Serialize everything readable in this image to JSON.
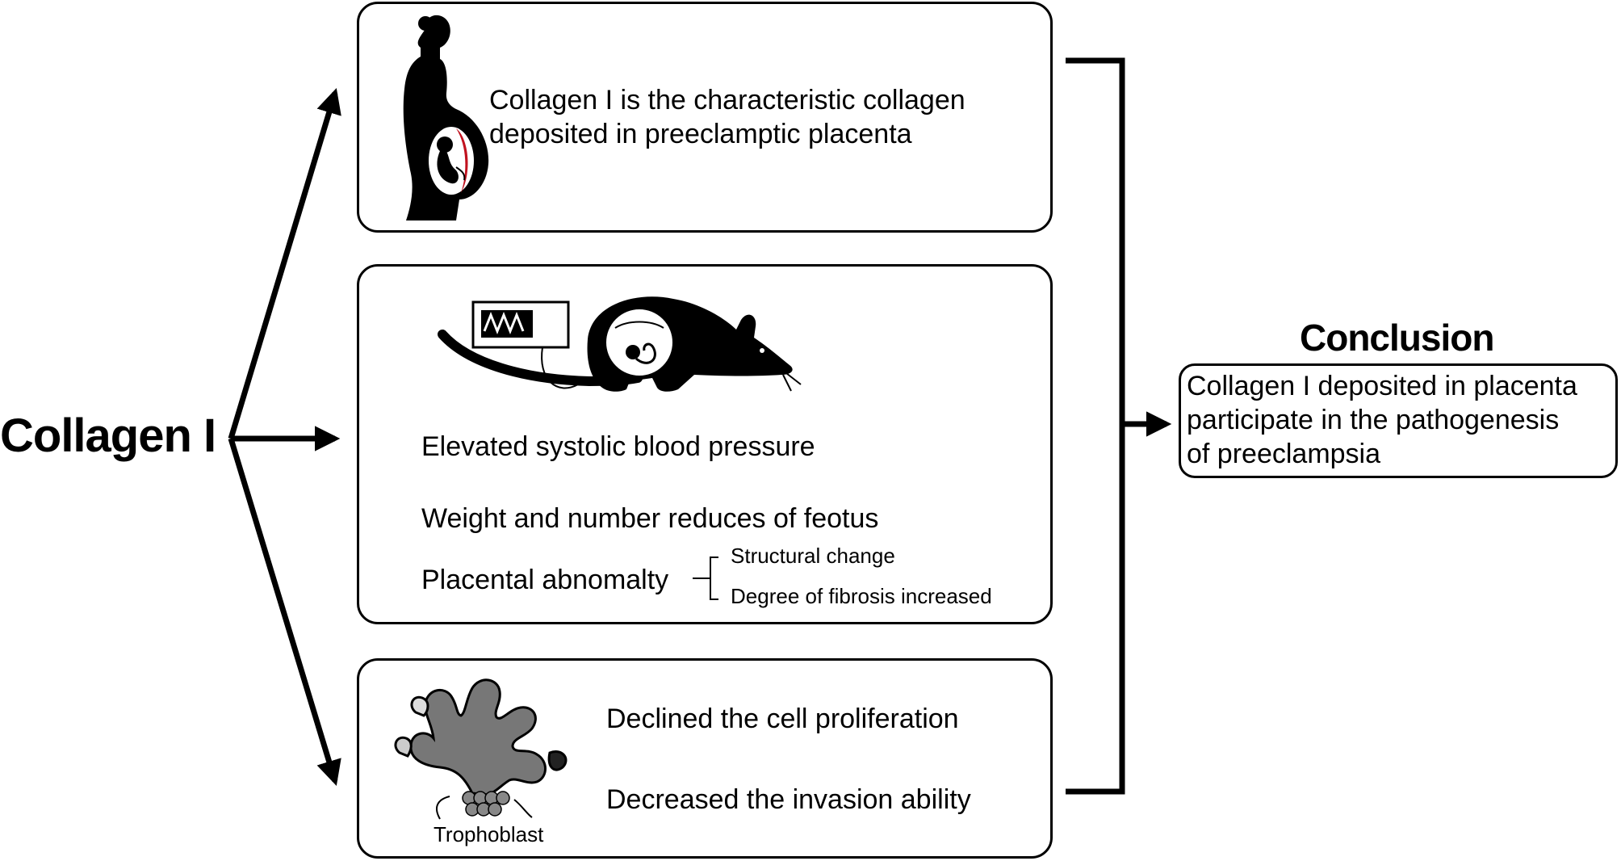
{
  "source": {
    "label": "Collagen I"
  },
  "panel_clinical": {
    "line1": "Collagen I is the characteristic collagen",
    "line2": "deposited  in preeclamptic placenta"
  },
  "panel_mouse": {
    "bp": "Elevated systolic blood pressure",
    "fetus": "Weight and number reduces of feotus",
    "placenta": "Placental abnomalty",
    "sub1": "Structural change",
    "sub2": "Degree of fibrosis increased"
  },
  "panel_cell": {
    "line1": "Declined the cell proliferation",
    "line2": "Decreased the invasion ability",
    "label": "Trophoblast"
  },
  "conclusion": {
    "title": "Conclusion",
    "line1": "Collagen I deposited in placenta",
    "line2": "participate in the pathogenesis",
    "line3": "of preeclampsia"
  },
  "colors": {
    "ink": "#000000",
    "placenta_red": "#c1121f",
    "trophoblast_gray": "#808080"
  }
}
